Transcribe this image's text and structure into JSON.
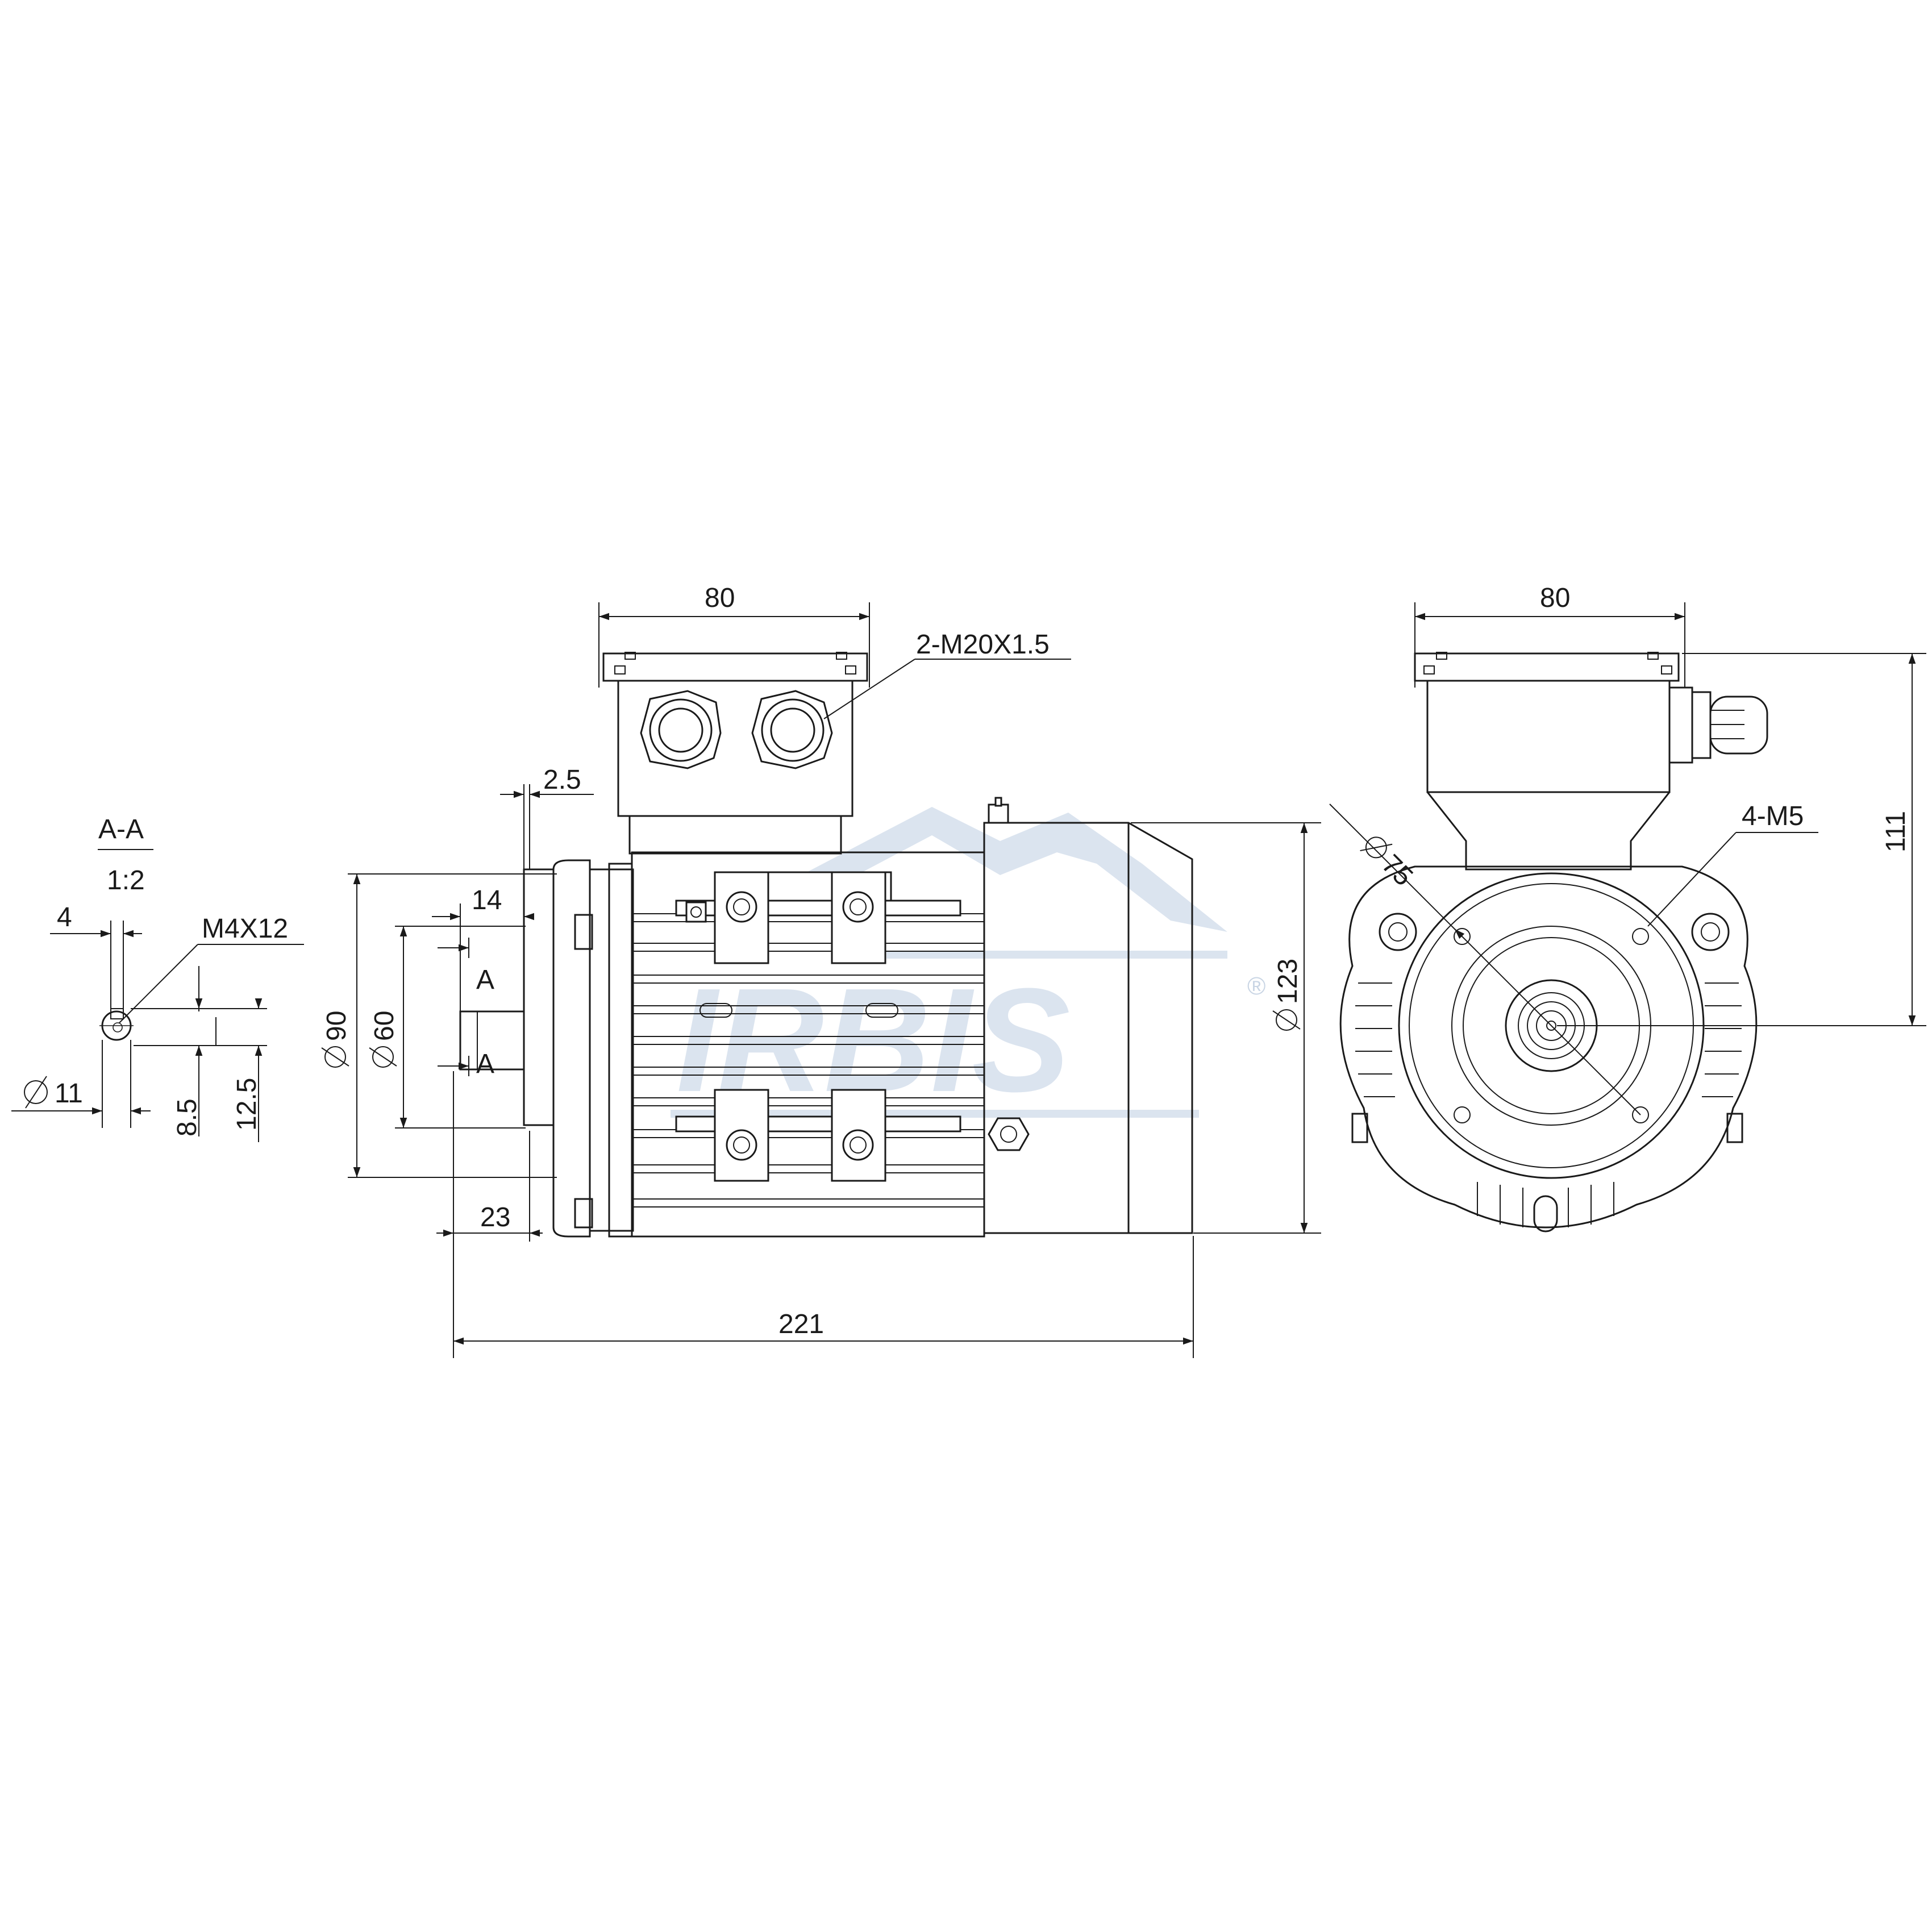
{
  "watermark": {
    "brand": "IRBIS",
    "reg_mark": "®"
  },
  "section_view": {
    "title": "A-A",
    "scale": "1:2",
    "keyway_width": "4",
    "tapped_hole": "M4X12",
    "shaft_diameter": "11",
    "key_depth": "8.5",
    "key_height": "12.5"
  },
  "side_view": {
    "terminal_box_width": "80",
    "cable_glands": "2-M20X1.5",
    "flange_thickness": "2.5",
    "spigot_length": "14",
    "section_marker": "A",
    "flange_diameter": "90",
    "spigot_diameter": "60",
    "shaft_length": "23",
    "overall_length": "221",
    "body_diameter": "123"
  },
  "end_view": {
    "terminal_box_width": "80",
    "pcd": "75",
    "flange_holes": "4-M5",
    "axis_height": "111"
  },
  "colors": {
    "line": "#1a1a1a",
    "watermark": "#dbe4ef",
    "background": "#ffffff"
  }
}
